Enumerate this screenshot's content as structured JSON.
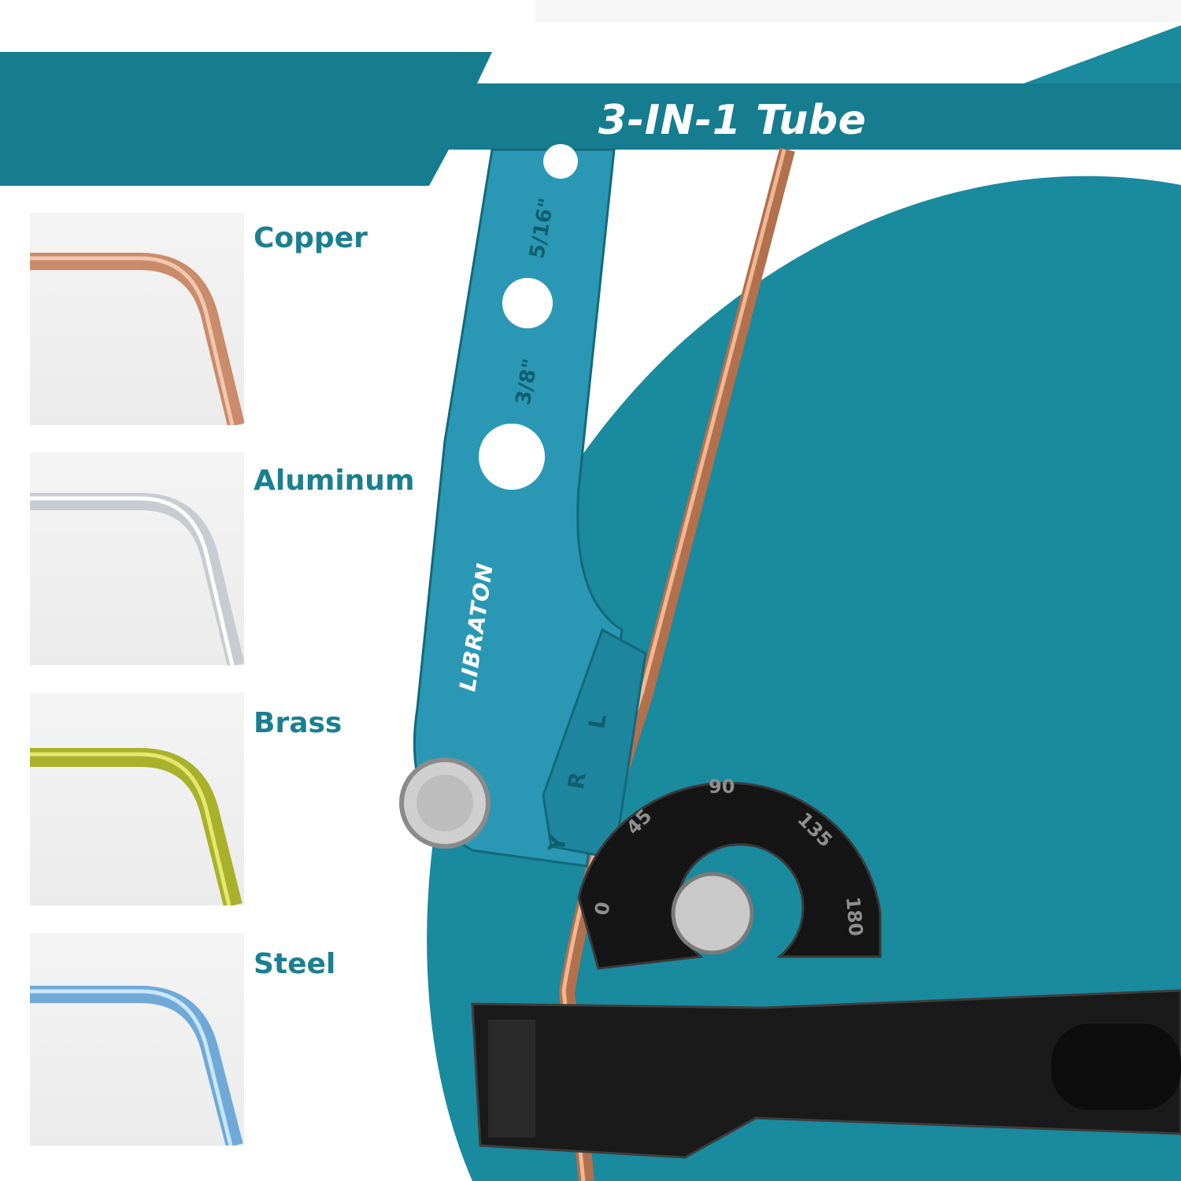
{
  "banner": {
    "title": "3-IN-1 Tube Bender"
  },
  "materials": [
    {
      "label": "Copper",
      "color": "#c98b6a",
      "highlight": "#f1c7ae"
    },
    {
      "label": "Aluminum",
      "color": "#c8ccd2",
      "highlight": "#ffffff"
    },
    {
      "label": "Brass",
      "color": "#a9b02a",
      "highlight": "#e4e870"
    },
    {
      "label": "Steel",
      "color": "#6fa9d8",
      "highlight": "#c9e6fb"
    }
  ],
  "tool": {
    "brand": "LIBRATON",
    "size_labels": [
      "5/16\"",
      "3/8\""
    ],
    "guide_letters": [
      "L",
      "R",
      "Y"
    ],
    "degree_marks": [
      "0",
      "45",
      "90",
      "135",
      "180"
    ]
  },
  "colors": {
    "brand_teal": "#1a8a9e",
    "teal_dark": "#167c8f",
    "label_teal": "#1a7f90",
    "handle_blue": "#2a98b4"
  }
}
